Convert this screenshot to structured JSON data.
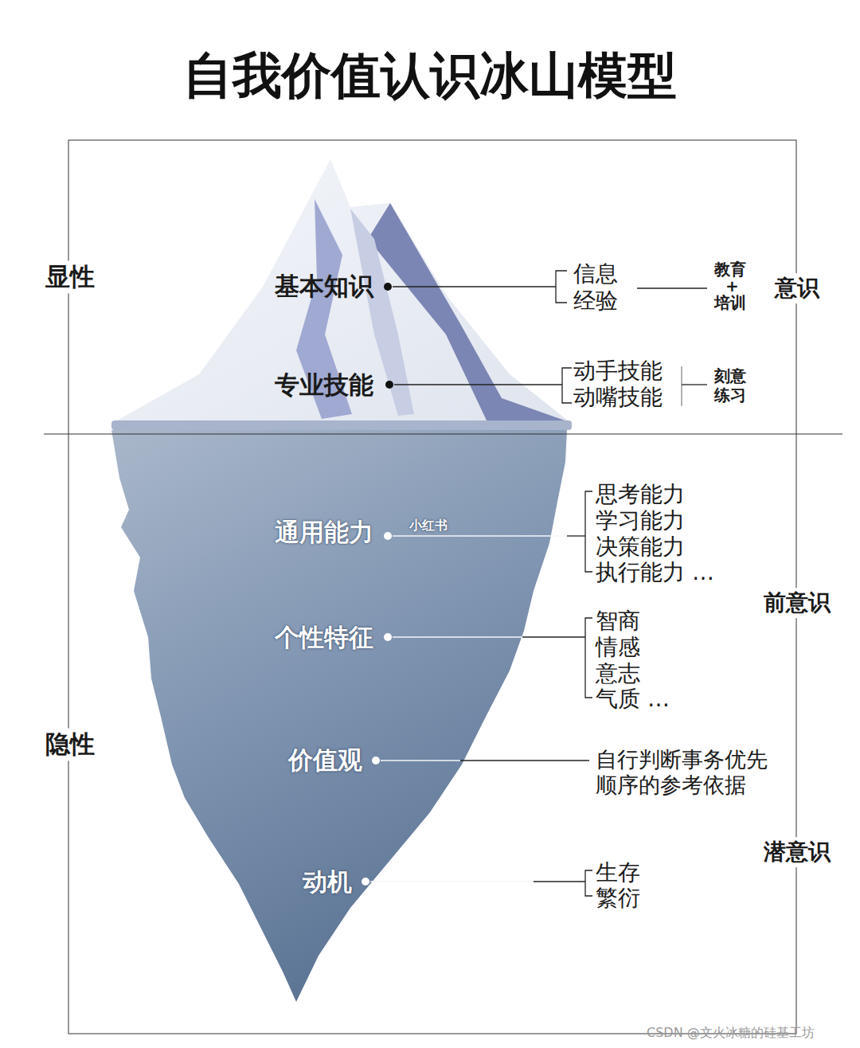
{
  "diagram": {
    "title": "自我价值认识冰山模型",
    "labels": [
      "显性",
      "基本知识",
      "信息",
      "经验",
      "教育",
      "+",
      "培训",
      "意识",
      "专业技能",
      "动手技能",
      "动嘴技能",
      "刻意练习",
      "通用能力",
      "小红书",
      "思考能力",
      "学习能力",
      "决策能力",
      "执行能力 …",
      "前意识",
      "个性特征",
      "智商",
      "情感",
      "意志",
      "气质 …",
      "隐性",
      "价值观",
      "自行判断事务优先顺序的参考依据",
      "动机",
      "生存",
      "繁衍",
      "潜意识",
      "CSDN @文火冰糖的硅基工坊"
    ]
  }
}
